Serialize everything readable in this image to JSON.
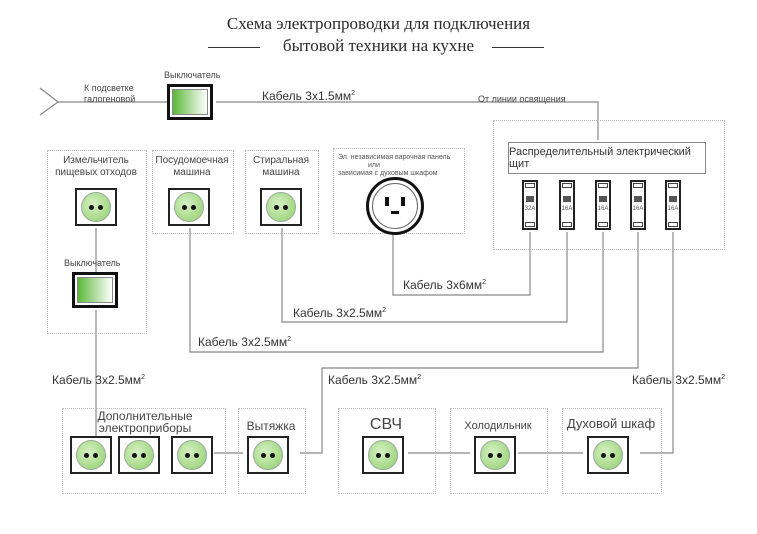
{
  "title": {
    "line1": "Схема электропроводки для подключения",
    "line2": "бытовой техники на кухне"
  },
  "top_line": {
    "halogen_label_1": "К подсветке",
    "halogen_label_2": "галогеновой",
    "switch_label": "Выключатель",
    "cable_label": "Кабель 3х1.5мм",
    "from_lighting": "От линии освящения"
  },
  "panel": {
    "label": "Распределительный электрический щит",
    "breakers": [
      "32A",
      "16A",
      "16A",
      "16A",
      "16A"
    ]
  },
  "top_appliances": [
    {
      "label_1": "Измельчитель",
      "label_2": "пищевых отходов"
    },
    {
      "label_1": "Посудомоечная",
      "label_2": "машина"
    },
    {
      "label_1": "Стиральная",
      "label_2": "машина"
    }
  ],
  "stove": {
    "label_1": "Эл. независимая варочная панель",
    "label_2": "или",
    "label_3": "зависимая с духовым шкафом"
  },
  "disposer_switch_label": "Выключатель",
  "cables": {
    "c6": "Кабель 3х6мм",
    "c25_a": "Кабель 3х2.5мм",
    "c25_b": "Кабель 3х2.5мм",
    "c25_left": "Кабель 3х2.5мм",
    "c25_mid": "Кабель 3х2.5мм",
    "c25_right": "Кабель 3х2.5мм",
    "sup": "2"
  },
  "bottom_appliances": {
    "extra_1": "Дополнительные",
    "extra_2": "электроприборы",
    "hood": "Вытяжка",
    "microwave": "СВЧ",
    "fridge": "Холодильник",
    "oven": "Духовой шкаф"
  }
}
